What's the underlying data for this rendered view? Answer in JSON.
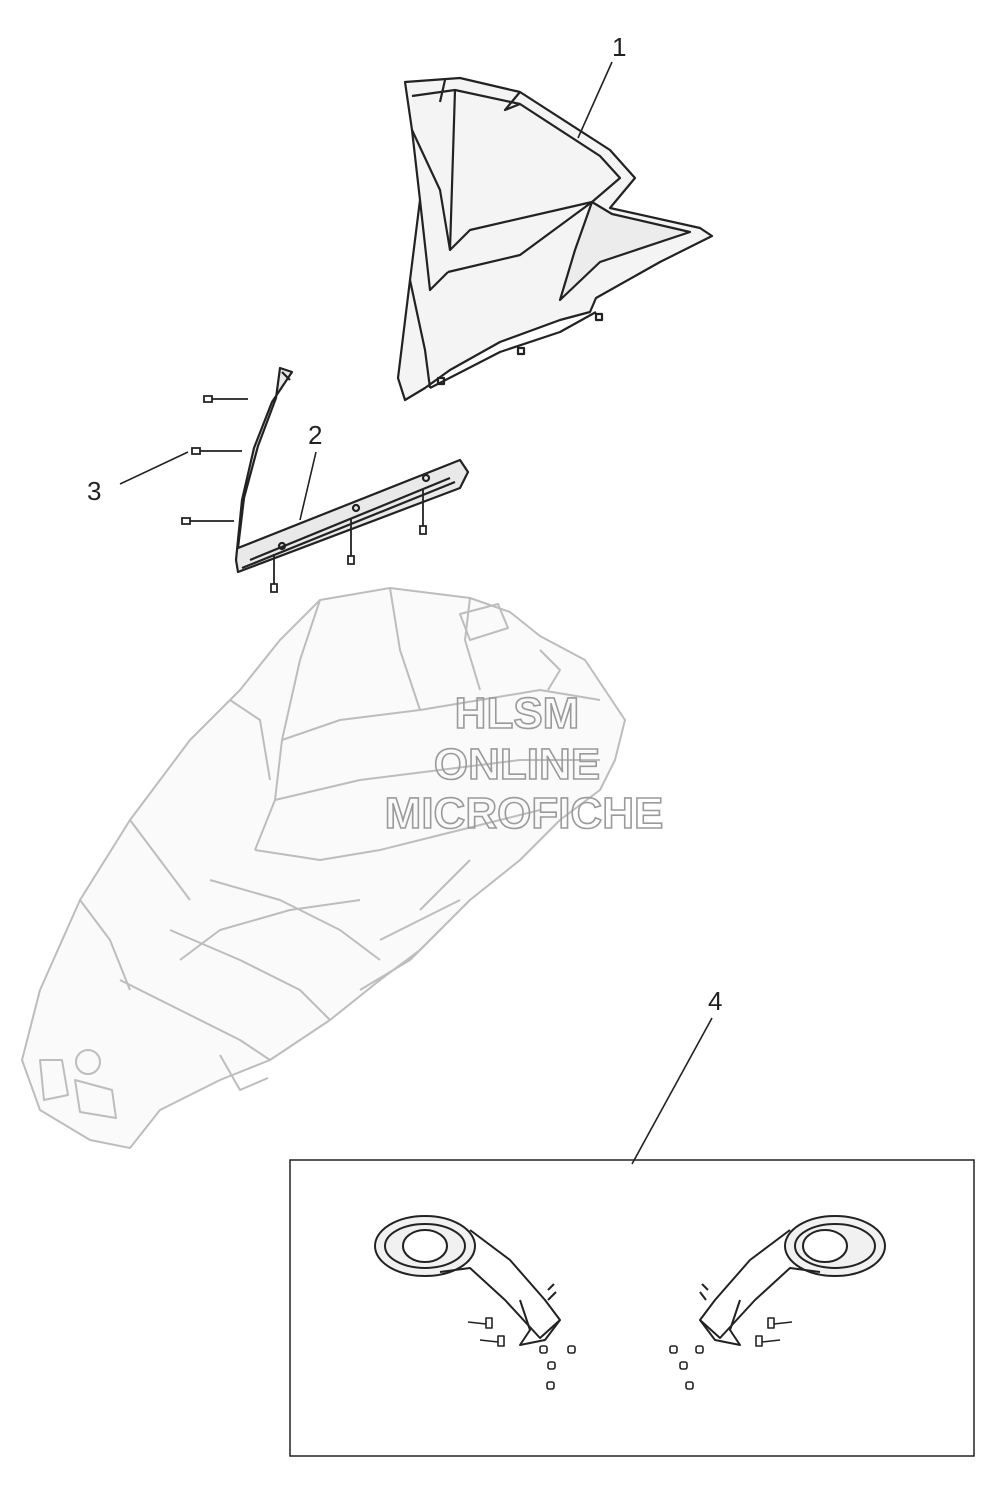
{
  "callouts": [
    {
      "label": "1"
    },
    {
      "label": "2"
    },
    {
      "label": "3"
    },
    {
      "label": "4"
    }
  ],
  "watermark": {
    "line1": "HLSM",
    "line2": "ONLINE",
    "line3": "MICROFICHE"
  },
  "colors": {
    "ink": "#222222",
    "faint": "#bdbdbd",
    "watermark": "#9a9a9a"
  }
}
